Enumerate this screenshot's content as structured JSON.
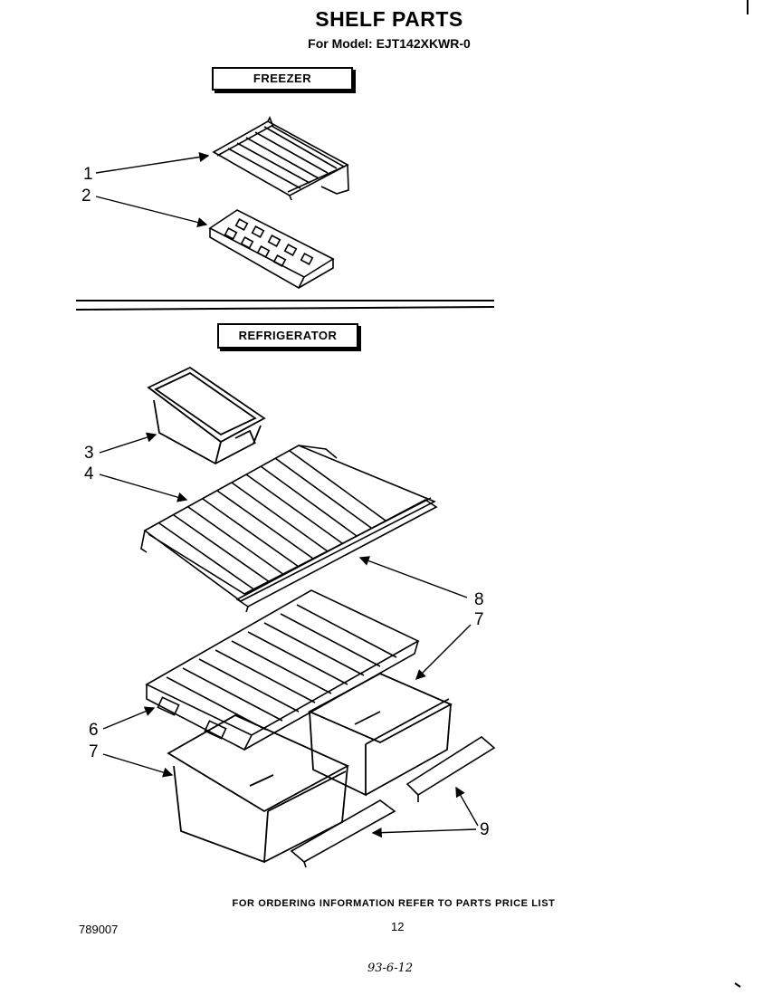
{
  "header": {
    "title": "SHELF PARTS",
    "model_line": "For Model: EJT142XKWR-0"
  },
  "sections": {
    "freezer_label": "FREEZER",
    "refrigerator_label": "REFRIGERATOR"
  },
  "callouts": {
    "c1": "1",
    "c2": "2",
    "c3": "3",
    "c4": "4",
    "c8": "8",
    "c7a": "7",
    "c6": "6",
    "c7b": "7",
    "c9": "9"
  },
  "footer": {
    "note": "FOR ORDERING INFORMATION REFER TO PARTS PRICE LIST",
    "doc_number": "789007",
    "page_number": "12",
    "handwritten_date": "93-6-12"
  }
}
